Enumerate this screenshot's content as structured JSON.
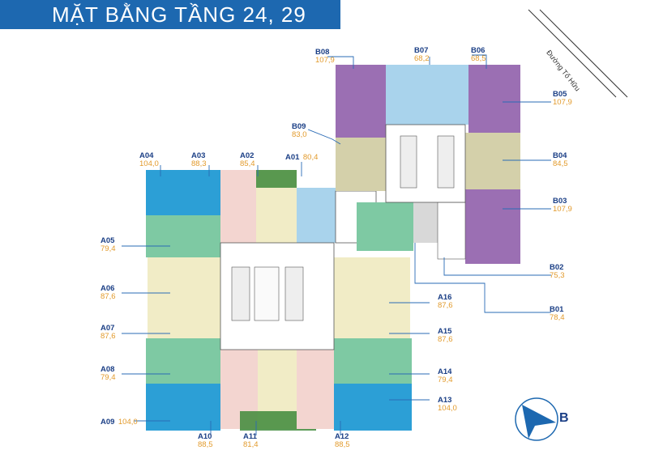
{
  "title": "MẶT BẰNG TẦNG 24, 29",
  "road": "Đường Tố Hữu",
  "colors": {
    "banner": "#1d68b0",
    "code_text": "#1b3f86",
    "area_text": "#e29a2b",
    "blue_unit": "#2c9fd6",
    "light_blue_unit": "#a9d3ec",
    "green_unit": "#7ec9a3",
    "beige_unit": "#f1ecc6",
    "pink_unit": "#f3d5d0",
    "purple_unit": "#9b6fb3",
    "olive_unit": "#d4d0aa",
    "leaf_green": "#3e8a3a"
  },
  "units": [
    {
      "code": "B08",
      "area": "107,9"
    },
    {
      "code": "B07",
      "area": "68,2"
    },
    {
      "code": "B06",
      "area": "68,5"
    },
    {
      "code": "B05",
      "area": "107,9"
    },
    {
      "code": "B09",
      "area": "83,0"
    },
    {
      "code": "B04",
      "area": "84,5"
    },
    {
      "code": "B03",
      "area": "107,9"
    },
    {
      "code": "B02",
      "area": "75,3"
    },
    {
      "code": "B01",
      "area": "78,4"
    },
    {
      "code": "A04",
      "area": "104,0"
    },
    {
      "code": "A03",
      "area": "88,3"
    },
    {
      "code": "A02",
      "area": "85,4"
    },
    {
      "code": "A01",
      "area": "80,4"
    },
    {
      "code": "A05",
      "area": "79,4"
    },
    {
      "code": "A06",
      "area": "87,6"
    },
    {
      "code": "A07",
      "area": "87,6"
    },
    {
      "code": "A08",
      "area": "79,4"
    },
    {
      "code": "A09",
      "area": "104,0"
    },
    {
      "code": "A10",
      "area": "88,5"
    },
    {
      "code": "A11",
      "area": "81,4"
    },
    {
      "code": "A12",
      "area": "88,5"
    },
    {
      "code": "A13",
      "area": "104,0"
    },
    {
      "code": "A14",
      "area": "79,4"
    },
    {
      "code": "A15",
      "area": "87,6"
    },
    {
      "code": "A16",
      "area": "87,6"
    }
  ],
  "logo_letter": "B",
  "icons": [
    "compass-arrow-icon"
  ]
}
